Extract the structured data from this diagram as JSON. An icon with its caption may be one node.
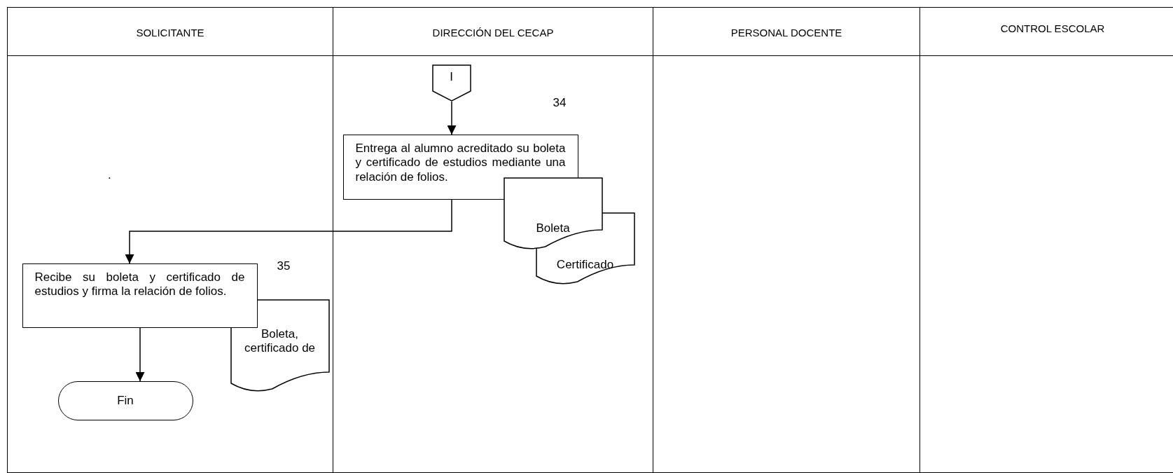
{
  "diagram": {
    "nodes": [
      {
        "text": [
          "SOLICITANTE"
        ]
      },
      {
        "text": [
          "DIRECCIÓN DEL CECAP"
        ]
      },
      {
        "text": [
          "PERSONAL DOCENTE"
        ]
      },
      {
        "text": [
          "CONTROL ESCOLAR"
        ]
      },
      {
        "text": [
          "I"
        ],
        "in": 1
      },
      {
        "text": [
          "Entrega al alumno acreditado su boleta y certificado de estudios mediante una relación de folios."
        ],
        "in": 1,
        "beside": [
          "34"
        ]
      },
      {
        "text": [
          "Boleta"
        ],
        "in": 1
      },
      {
        "text": [
          "Certificado"
        ],
        "in": 1
      },
      {
        "text": [
          "Recibe su boleta y certificado de estudios y firma la relación de folios."
        ],
        "in": 0,
        "beside": [
          "35"
        ]
      },
      {
        "text": [
          "Boleta, certificado de"
        ],
        "in": 0
      },
      {
        "text": [
          "Fin"
        ],
        "in": 0
      }
    ],
    "edges": [
      {
        "from": 4,
        "to": 5,
        "arrow": "to"
      },
      {
        "from": 5,
        "to": 8,
        "arrow": "to"
      },
      {
        "from": 8,
        "to": 10,
        "arrow": "to"
      }
    ],
    "labels": [
      "."
    ]
  }
}
